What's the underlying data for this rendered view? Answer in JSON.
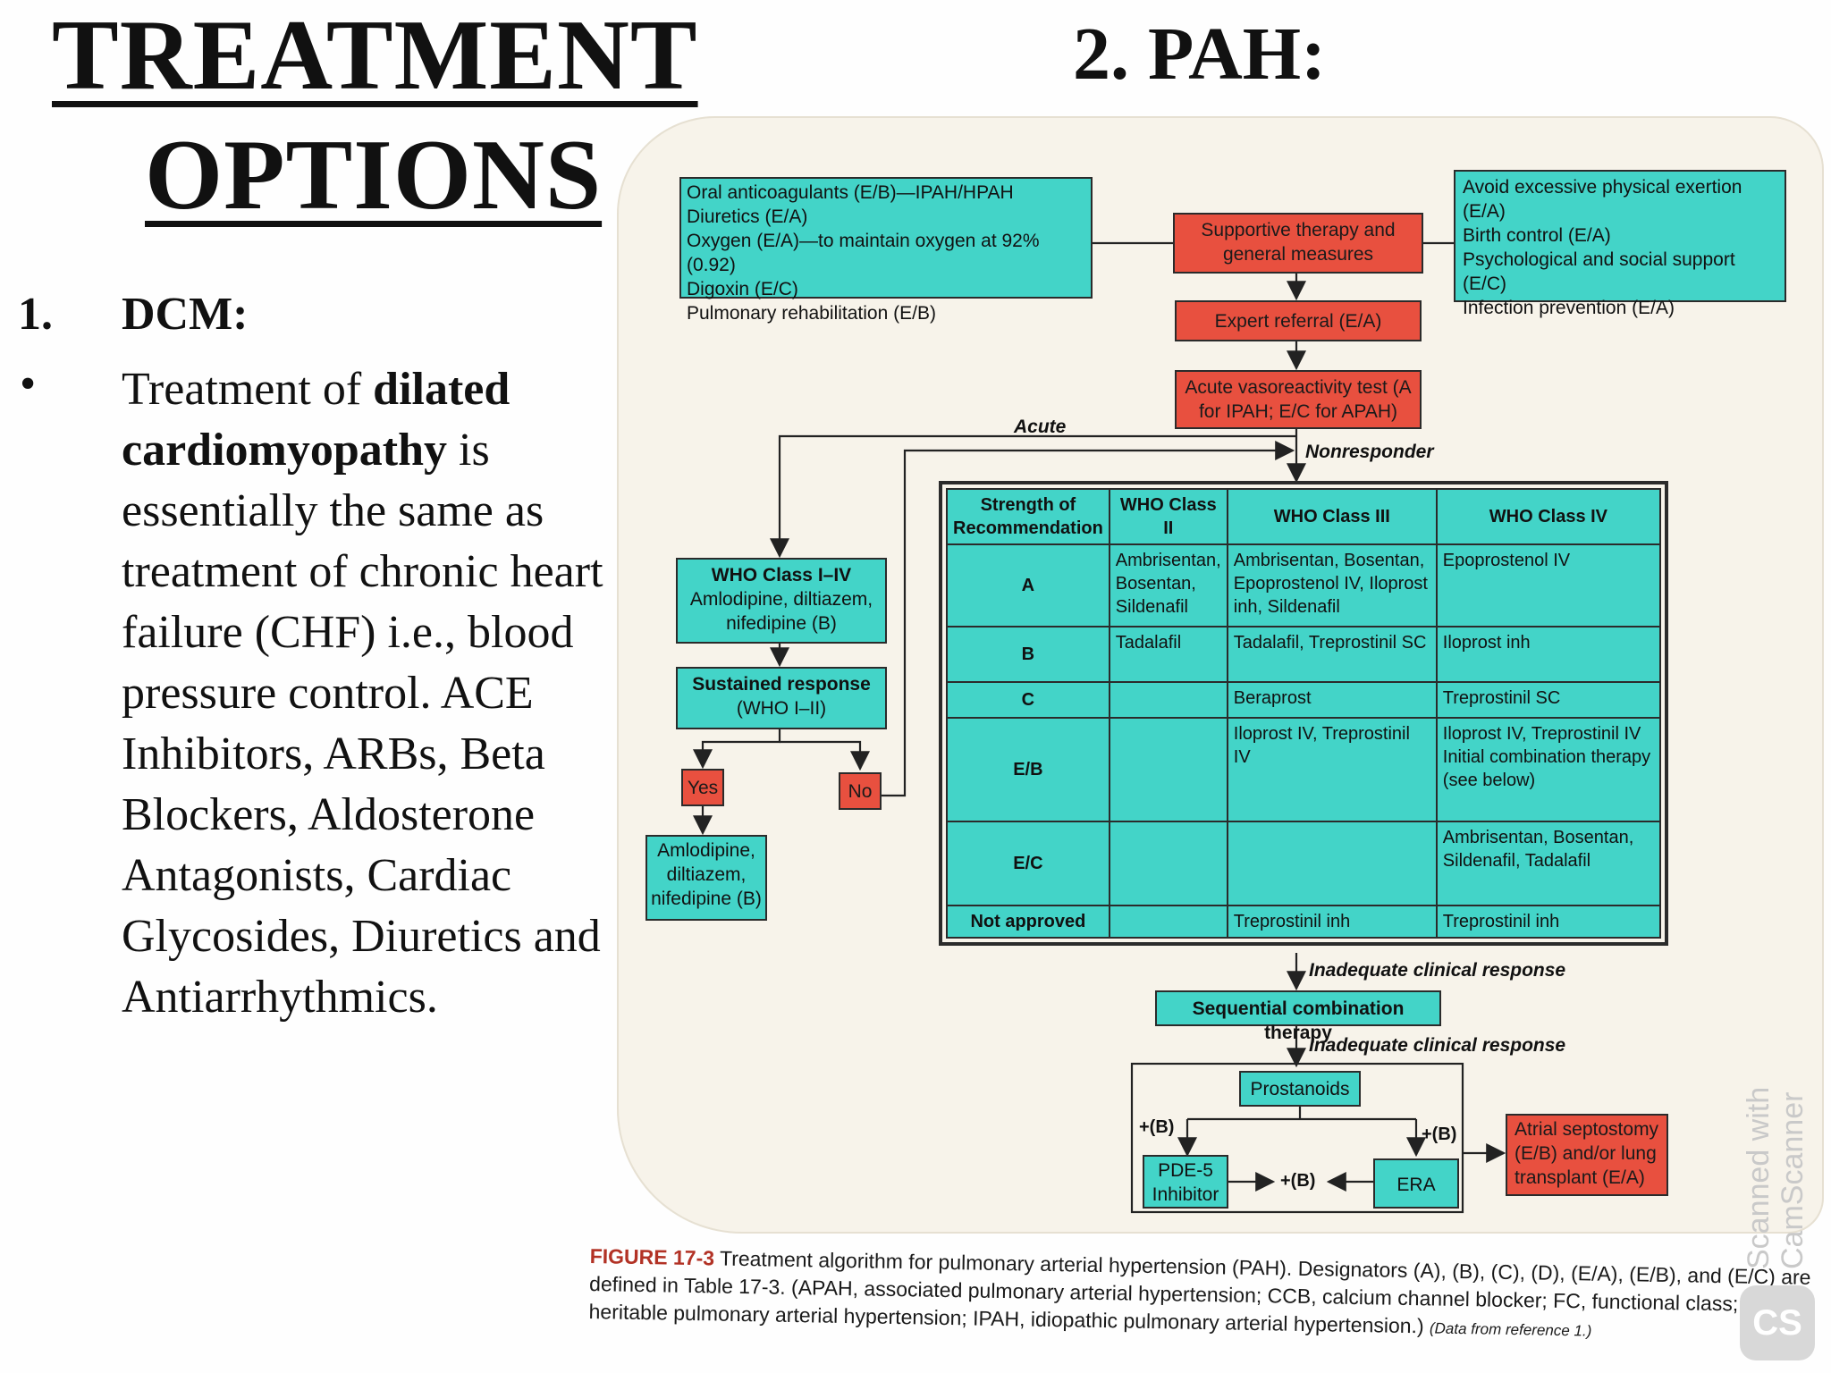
{
  "title": {
    "line1": "TREATMENT",
    "line2": "OPTIONS"
  },
  "pah_heading": "2.  PAH:",
  "dcm": {
    "number": "1.",
    "heading": "DCM:",
    "bullet": "•",
    "text_pre": "Treatment of ",
    "text_bold": "dilated cardiomyopathy",
    "text_post": " is essentially the same as treatment of chronic heart failure (CHF) i.e., blood pressure control. ACE Inhibitors, ARBs, Beta Blockers, Aldosterone Antagonists, Cardiac Glycosides, Diuretics and Antiarrhythmics."
  },
  "diagram": {
    "left_measures": [
      "Oral anticoagulants (E/B)—IPAH/HPAH",
      "Diuretics (E/A)",
      "Oxygen (E/A)—to maintain oxygen at 92% (0.92)",
      "Digoxin (E/C)",
      "Pulmonary rehabilitation (E/B)"
    ],
    "supportive": "Supportive therapy and general measures",
    "right_measures": [
      "Avoid excessive physical exertion (E/A)",
      "Birth control (E/A)",
      "Psychological and social support (E/C)",
      "Infection prevention (E/A)"
    ],
    "expert_referral": "Expert referral (E/A)",
    "vasoreactivity": "Acute vasoreactivity test (A for IPAH; E/C for APAH)",
    "acute_label": "Acute",
    "nonresponder_label": "Nonresponder",
    "who_class_box": {
      "title": "WHO Class I–IV",
      "body": "Amlodipine, diltiazem, nifedipine (B)"
    },
    "sustained": {
      "title": "Sustained response",
      "body": "(WHO I–II)"
    },
    "yes": "Yes",
    "no": "No",
    "ccb_continue": "Amlodipine, diltiazem, nifedipine (B)",
    "table": {
      "headers": [
        "Strength of Recommendation",
        "WHO Class II",
        "WHO Class III",
        "WHO Class IV"
      ],
      "rows": [
        [
          "A",
          "Ambrisentan, Bosentan, Sildenafil",
          "Ambrisentan, Bosentan, Epoprostenol IV, Iloprost inh, Sildenafil",
          "Epoprostenol IV"
        ],
        [
          "B",
          "Tadalafil",
          "Tadalafil, Treprostinil SC",
          "Iloprost inh"
        ],
        [
          "C",
          "",
          "Beraprost",
          "Treprostinil SC"
        ],
        [
          "E/B",
          "",
          "Iloprost IV, Treprostinil IV",
          "Iloprost IV, Treprostinil IV Initial combination therapy (see below)"
        ],
        [
          "E/C",
          "",
          "",
          "Ambrisentan, Bosentan, Sildenafil, Tadalafil"
        ],
        [
          "Not approved",
          "",
          "Treprostinil inh",
          "Treprostinil inh"
        ]
      ]
    },
    "inadequate1": "Inadequate clinical response",
    "sequential": "Sequential combination therapy",
    "inadequate2": "Inadequate clinical response",
    "prostanoids": "Prostanoids",
    "plus_b": "+(B)",
    "pde5": "PDE-5 Inhibitor",
    "era": "ERA",
    "atrial": "Atrial septostomy (E/B) and/or lung transplant (E/A)"
  },
  "caption": {
    "figure": "FIGURE 17-3",
    "line1": " Treatment algorithm for pulmonary arterial hypertension (PAH). Designators (A), (B), (C), (D), (E/A), (E/B), and (E/C) are",
    "line2": "defined in Table 17-3. (APAH, associated pulmonary arterial hypertension; CCB, calcium channel blocker; FC, functional class; HPAH,",
    "line3": "heritable pulmonary arterial hypertension; IPAH, idiopathic pulmonary arterial hypertension.) ",
    "source": "(Data from reference 1.)"
  },
  "watermark": "Scanned with CamScanner",
  "watermark_logo": "CS"
}
